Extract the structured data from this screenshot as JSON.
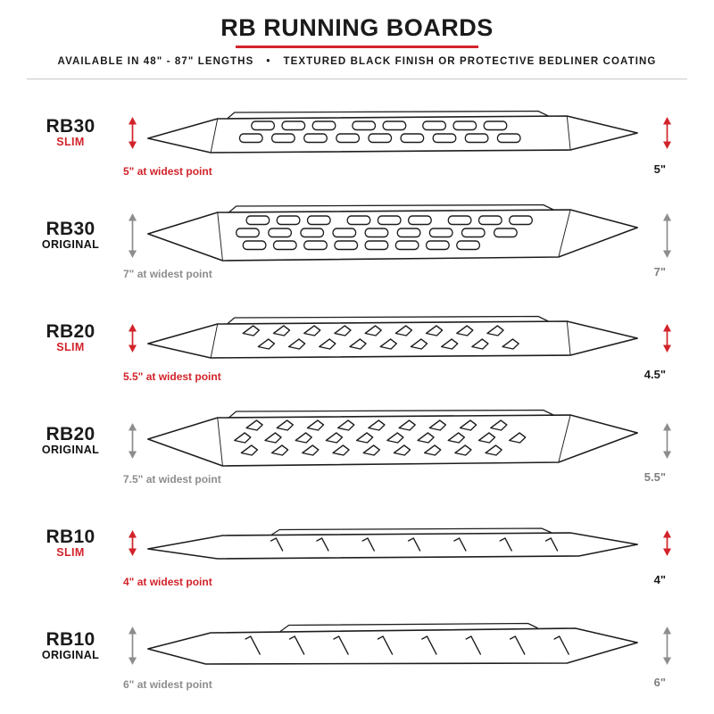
{
  "header": {
    "title": "RB RUNNING BOARDS",
    "subtitle_left": "AVAILABLE IN 48\" - 87\" LENGTHS",
    "subtitle_bullet": "•",
    "subtitle_right": "TEXTURED BLACK FINISH OR PROTECTIVE BEDLINER COATING"
  },
  "colors": {
    "accent_red": "#d2232a",
    "gray": "#8d8d8d",
    "ink": "#1a1a1a"
  },
  "boards": [
    {
      "model": "RB30",
      "variant": "SLIM",
      "theme": "red",
      "slot_style": "oval",
      "profile": "slim",
      "width_label": "5\" at widest point",
      "height_label": "5\"",
      "height_in": 5
    },
    {
      "model": "RB30",
      "variant": "ORIGINAL",
      "theme": "gray",
      "slot_style": "oval",
      "profile": "original",
      "width_label": "7\" at widest point",
      "height_label": "7\"",
      "height_in": 7
    },
    {
      "model": "RB20",
      "variant": "SLIM",
      "theme": "red",
      "slot_style": "teardrop",
      "profile": "slim",
      "width_label": "5.5\" at widest point",
      "height_label": "4.5\"",
      "height_in": 4.5
    },
    {
      "model": "RB20",
      "variant": "ORIGINAL",
      "theme": "gray",
      "slot_style": "teardrop",
      "profile": "original",
      "width_label": "7.5\" at widest point",
      "height_label": "5.5\"",
      "height_in": 5.5
    },
    {
      "model": "RB10",
      "variant": "SLIM",
      "theme": "red",
      "slot_style": "slash",
      "profile": "slim",
      "width_label": "4\" at widest point",
      "height_label": "4\"",
      "height_in": 4
    },
    {
      "model": "RB10",
      "variant": "ORIGINAL",
      "theme": "gray",
      "slot_style": "slash",
      "profile": "original",
      "width_label": "6\" at widest point",
      "height_label": "6\"",
      "height_in": 6
    }
  ]
}
